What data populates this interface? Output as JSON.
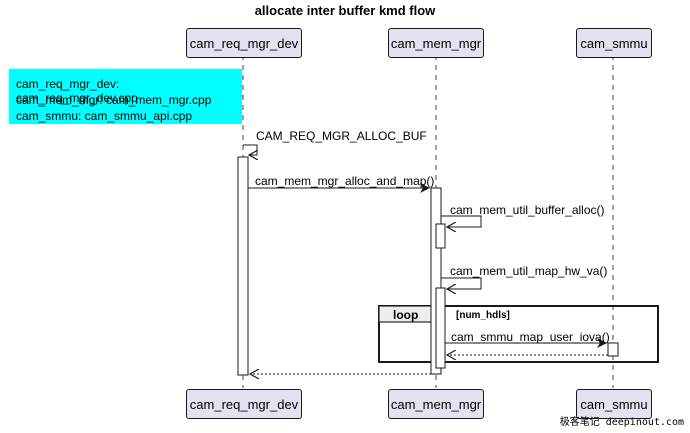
{
  "title": "allocate inter buffer kmd flow",
  "participants": [
    "cam_req_mgr_dev",
    "cam_mem_mgr",
    "cam_smmu"
  ],
  "note_lines": [
    "cam_req_mgr_dev: cam_req_mgr_dev.cpp",
    "cam_mem_mgr: cam_mem_mgr.cpp",
    "cam_smmu: cam_smmu_api.cpp"
  ],
  "messages": {
    "alloc_buf": "CAM_REQ_MGR_ALLOC_BUF",
    "alloc_and_map": "cam_mem_mgr_alloc_and_map()",
    "buffer_alloc": "cam_mem_util_buffer_alloc()",
    "map_hw_va": "cam_mem_util_map_hw_va()",
    "map_user_iova": "cam_smmu_map_user_iova()"
  },
  "loop": {
    "keyword": "loop",
    "condition": "[num_hdls]"
  },
  "watermark": "极客笔记 deepinout.com"
}
